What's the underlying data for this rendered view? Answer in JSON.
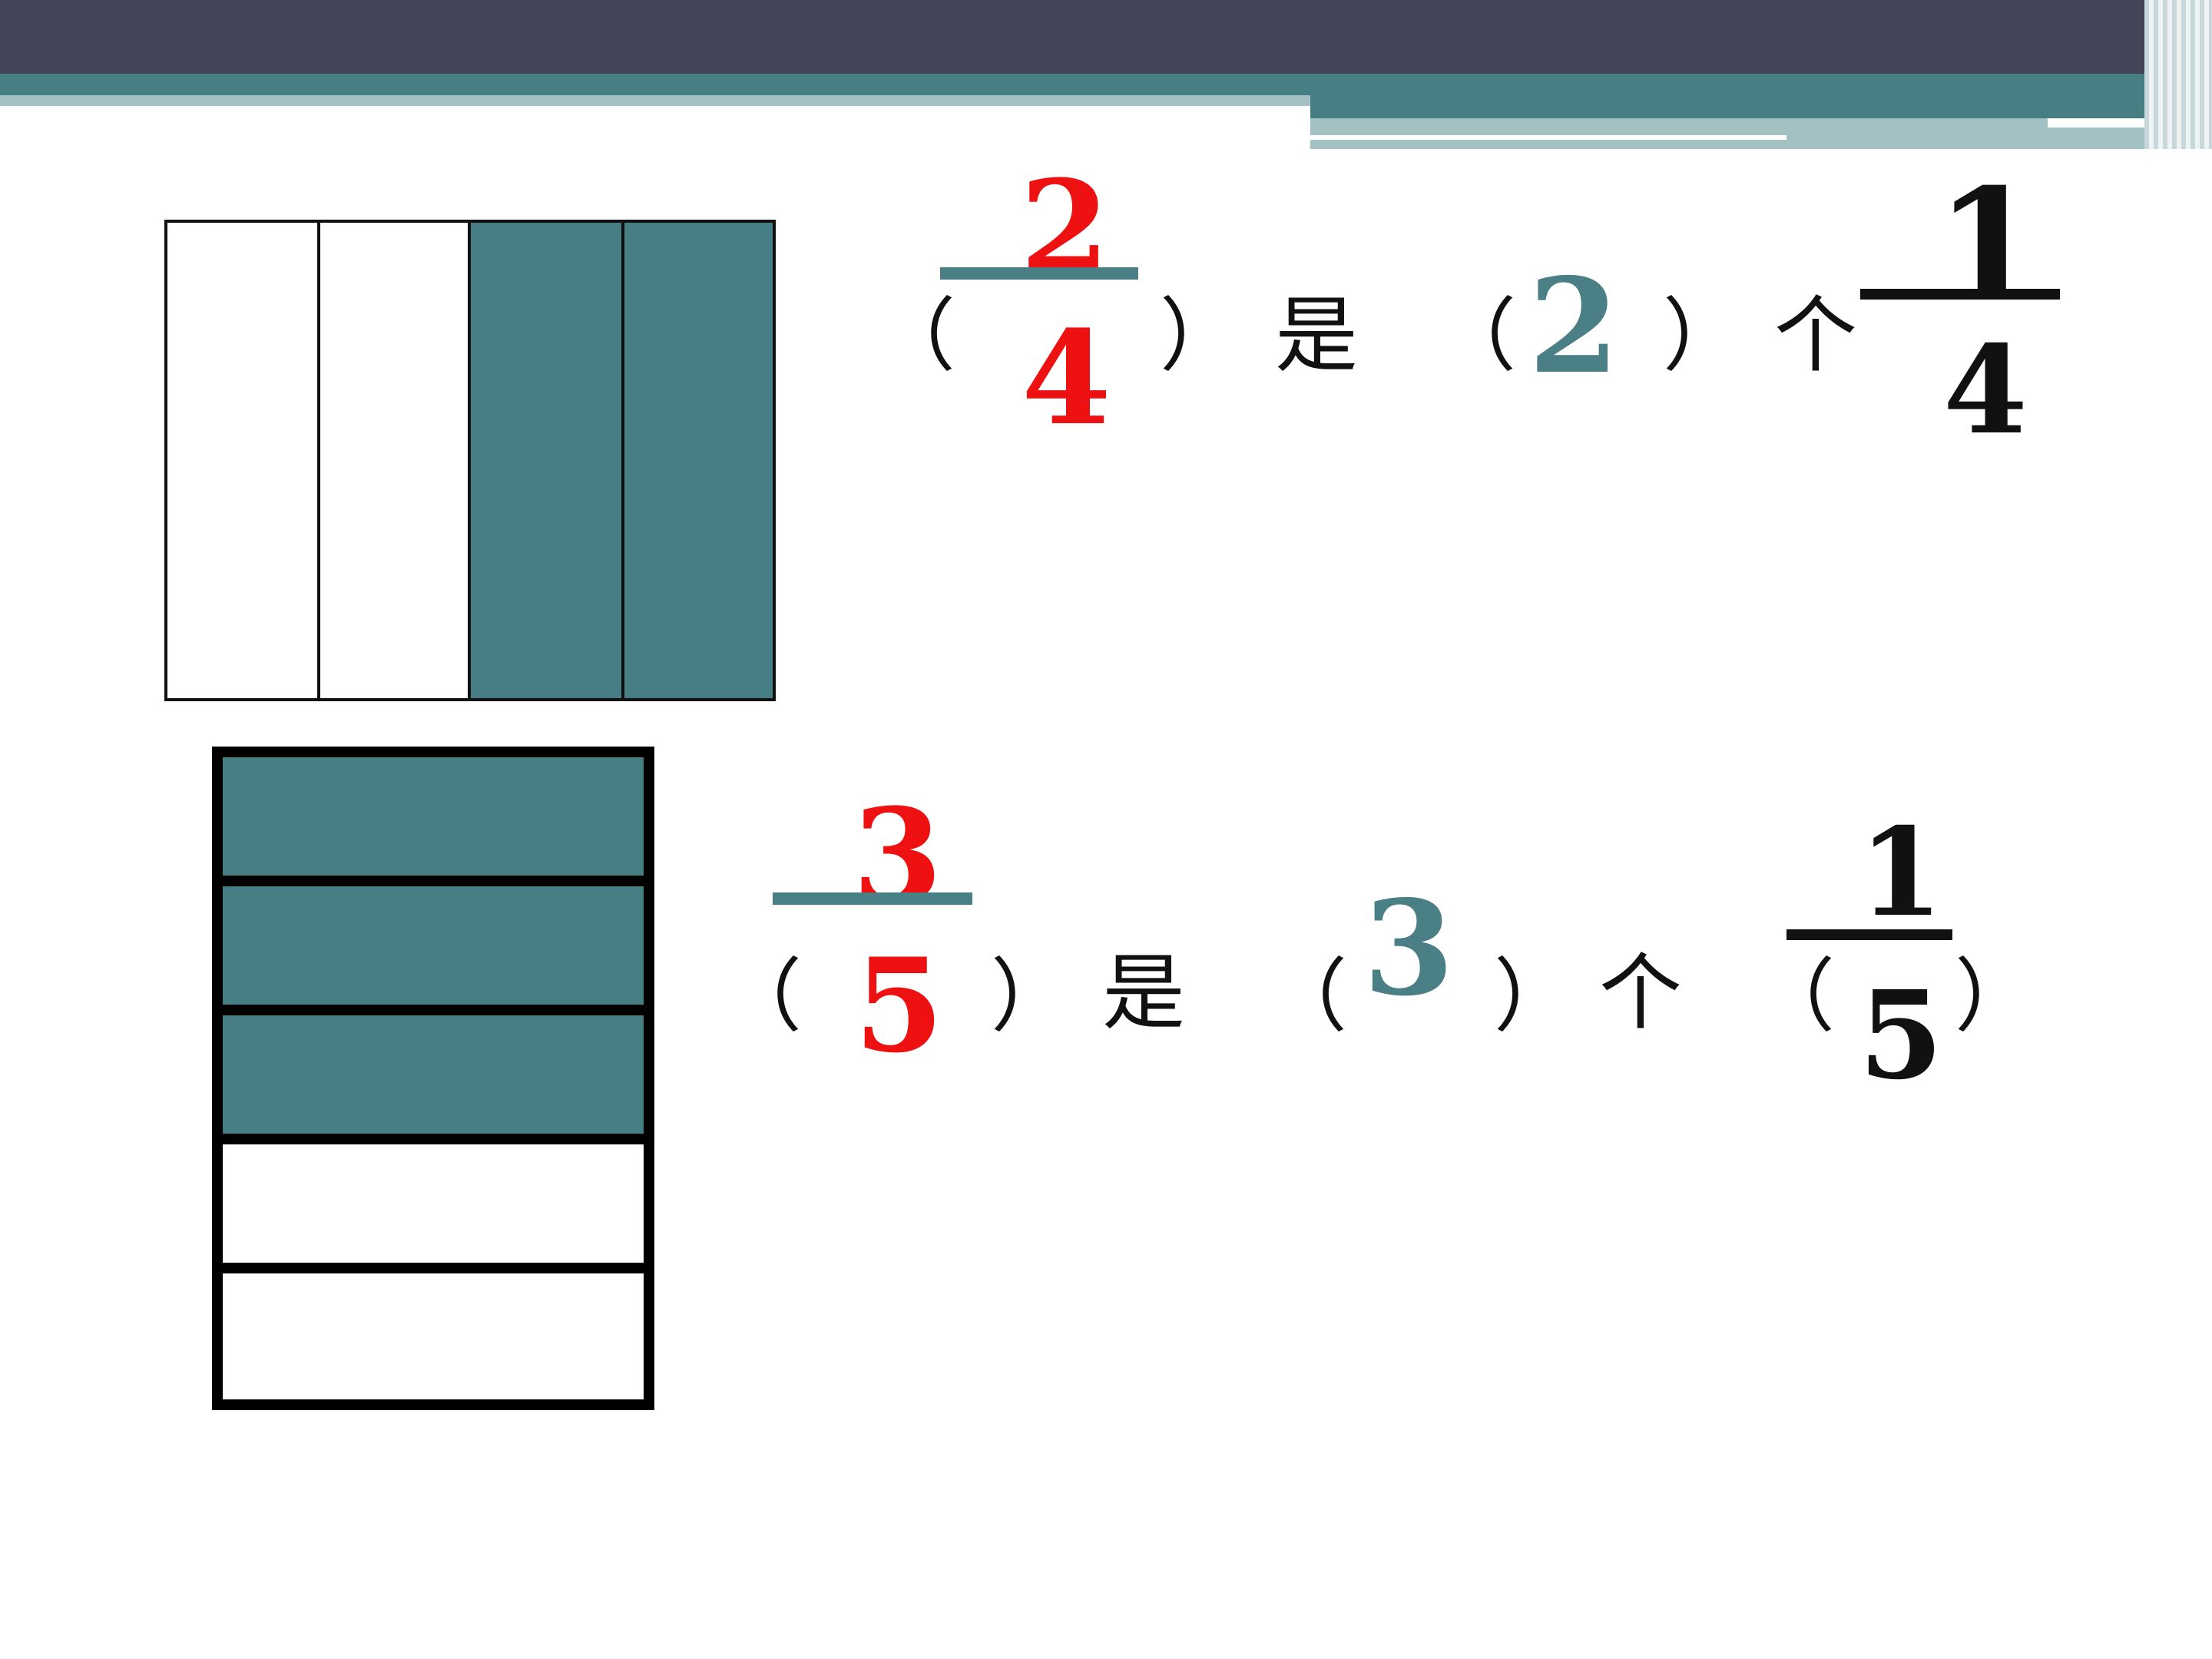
{
  "colors": {
    "header_dark": "#424458",
    "accent_teal": "#477e84",
    "accent_light": "#a3c1c3",
    "answer_red": "#ee1111"
  },
  "diagram_top": {
    "parts": 4,
    "shaded_parts": 2,
    "equation": {
      "open_paren": "（",
      "close_paren": "）",
      "answer_fraction": {
        "numerator": "2",
        "denominator": "4"
      },
      "is_word": "是",
      "answer_count": "2",
      "measure_word": "个",
      "unit_fraction": {
        "numerator": "1",
        "denominator": "4"
      }
    }
  },
  "diagram_bottom": {
    "parts": 5,
    "shaded_parts": 3,
    "equation": {
      "open_paren": "（",
      "close_paren": "）",
      "answer_fraction": {
        "numerator": "3",
        "denominator": "5"
      },
      "is_word": "是",
      "answer_count": "3",
      "measure_word": "个",
      "unit_fraction": {
        "numerator": "1",
        "denominator": "5"
      }
    }
  }
}
